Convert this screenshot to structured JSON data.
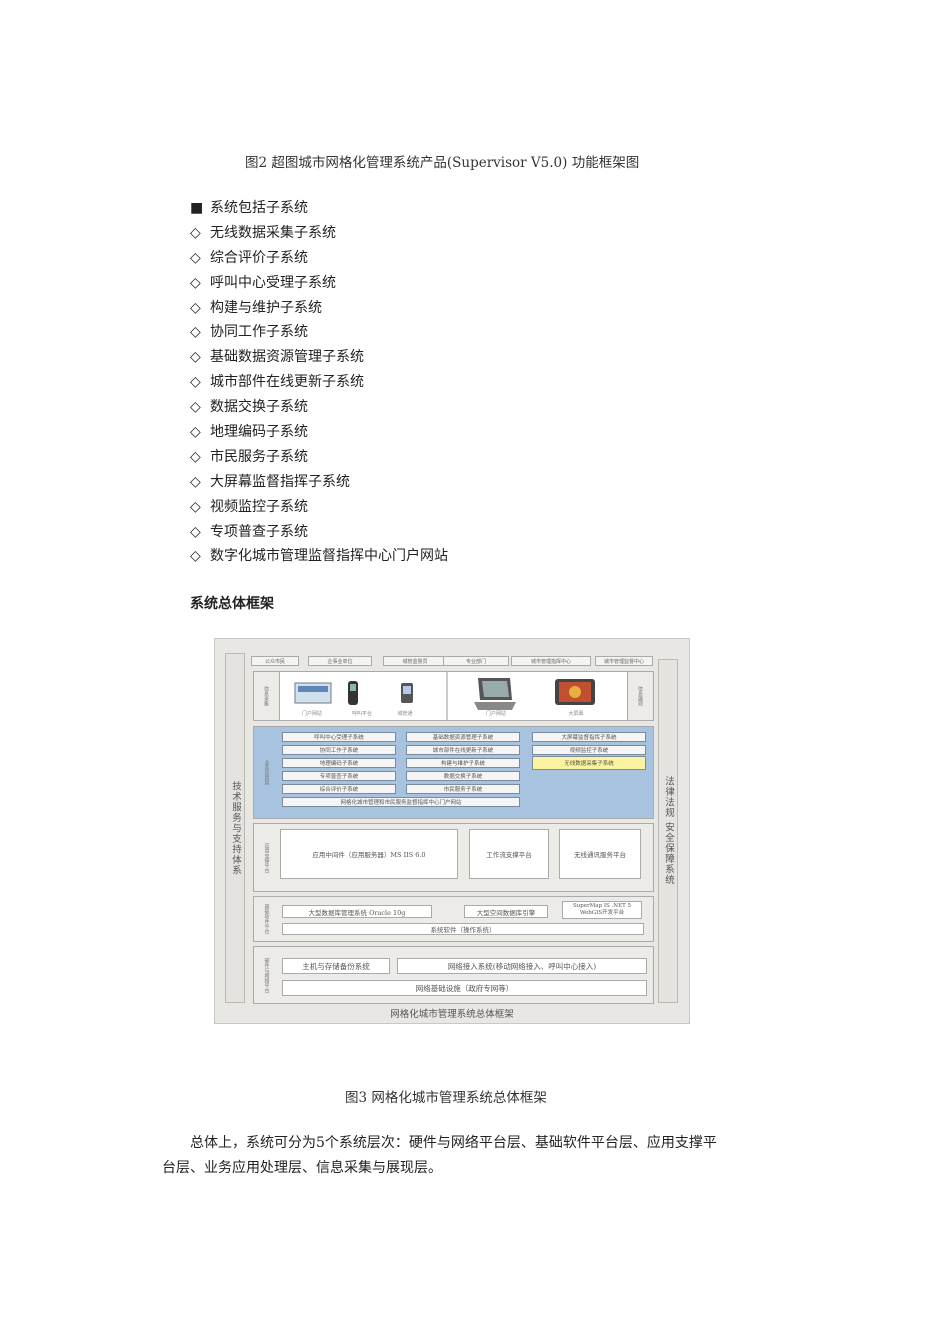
{
  "caption_fig2": "图2 超图城市网格化管理系统产品(Supervisor V5.0) 功能框架图",
  "subsystem_list": {
    "items": [
      {
        "bullet": "■",
        "label": "系统包括子系统"
      },
      {
        "bullet": "◇",
        "label": "无线数据采集子系统"
      },
      {
        "bullet": "◇",
        "label": "综合评价子系统"
      },
      {
        "bullet": "◇",
        "label": "呼叫中心受理子系统"
      },
      {
        "bullet": "◇",
        "label": "构建与维护子系统"
      },
      {
        "bullet": "◇",
        "label": "协同工作子系统"
      },
      {
        "bullet": "◇",
        "label": "基础数据资源管理子系统"
      },
      {
        "bullet": "◇",
        "label": "城市部件在线更新子系统"
      },
      {
        "bullet": "◇",
        "label": "数据交换子系统"
      },
      {
        "bullet": "◇",
        "label": "地理编码子系统"
      },
      {
        "bullet": "◇",
        "label": "市民服务子系统"
      },
      {
        "bullet": "◇",
        "label": "大屏幕监督指挥子系统"
      },
      {
        "bullet": "◇",
        "label": "视频监控子系统"
      },
      {
        "bullet": "◇",
        "label": "专项普查子系统"
      },
      {
        "bullet": "◇",
        "label": "数字化城市管理监督指挥中心门户网站"
      }
    ]
  },
  "section_heading": "系统总体框架",
  "framework": {
    "left_bar": "技术服务与支持体系",
    "right_bar": "法律法规 安全保障系统",
    "top_tabs": [
      "公众市民",
      "企事业单位",
      "城管监督员",
      "专业部门",
      "城市管理指挥中心",
      "城市管理监督中心"
    ],
    "info_left_label": "信息采集",
    "info_right_label": "信息展现",
    "device_labels": [
      "门户网站",
      "呼叫平台",
      "城管通",
      "门户网站",
      "大屏幕"
    ],
    "biz_label": "业务应用层",
    "biz_modules": [
      "呼叫中心受理子系统",
      "基础数据资源管理子系统",
      "大屏幕监督指挥子系统",
      "协同工作子系统",
      "城市部件在线更新子系统",
      "视频监控子系统",
      "地理编码子系统",
      "构建与维护子系统",
      "无线数据采集子系统",
      "专项普查子系统",
      "数据交换子系统",
      "综合评价子系统",
      "市民服务子系统"
    ],
    "biz_portal": "网格化城市管理和市民服务监督指挥中心门户网站",
    "app_label": "应用支撑平台",
    "app_boxes": [
      "应用中间件（应用服务器）MS IIS 6.0",
      "工作流支撑平台",
      "无线通讯服务平台"
    ],
    "base_label": "基础软件平台",
    "base_boxes": [
      "大型数据库管理系统 Oracle 10g",
      "大型空间数据库引擎",
      "SuperMap IS .NET 5 WebGIS开发平台"
    ],
    "base_os": "系统软件（操作系统）",
    "hw_label": "硬件与网络平台",
    "hw_boxes": [
      "主机与存储备份系统",
      "网络接入系统(移动网络接入、呼叫中心接入)"
    ],
    "hw_infra": "网络基础设施（政府专网等）",
    "diagram_title": "网格化城市管理系统总体框架",
    "highlight_color": "#fbf3a0",
    "biz_bg_color": "#a7c3df"
  },
  "caption_fig3": "图3 网格化城市管理系统总体框架",
  "paragraph": {
    "line1": "总体上，系统可分为5个系统层次：硬件与网络平台层、基础软件平台层、应用支撑平",
    "line2": "台层、业务应用处理层、信息采集与展现层。"
  }
}
